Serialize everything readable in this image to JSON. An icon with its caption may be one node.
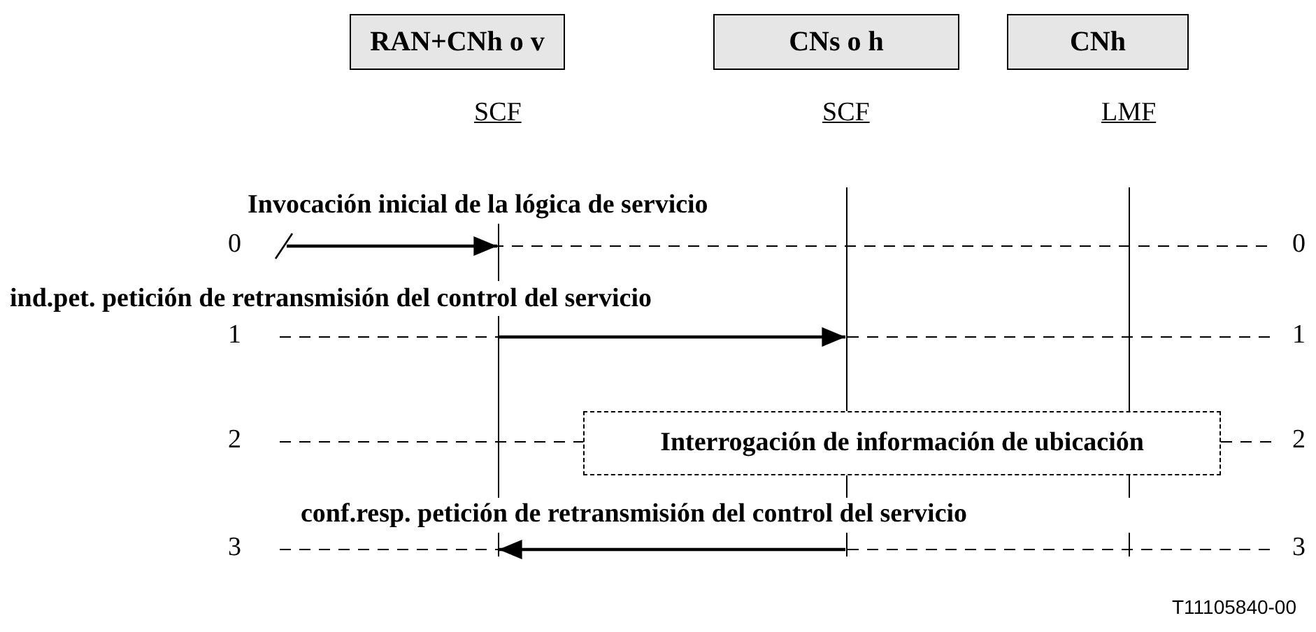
{
  "diagram": {
    "nodes": [
      {
        "text": [
          "RAN+CNh o v"
        ],
        "beside": [
          "SCF"
        ]
      },
      {
        "text": [
          "CNs o h"
        ],
        "beside": [
          "SCF"
        ]
      },
      {
        "text": [
          "CNh"
        ],
        "beside": [
          "LMF"
        ]
      },
      {
        "text": [],
        "shape": "bar"
      },
      {
        "text": [],
        "shape": "bar"
      },
      {
        "text": [],
        "shape": "bar"
      },
      {
        "text": [
          "Interrogación de información de ubicación"
        ]
      }
    ],
    "edges": [
      {
        "from": null,
        "to": 3,
        "arrow": "to",
        "label": "Invocación inicial de la lógica de servicio"
      },
      {
        "from": 3,
        "to": 4,
        "arrow": "to",
        "label": "ind.pet. petición de retransmisión del control del servicio"
      },
      {
        "from": 4,
        "to": 3,
        "arrow": "to",
        "label": "conf.resp. petición de retransmisión del control del servicio"
      }
    ],
    "labels": [
      "0",
      "0",
      "1",
      "1",
      "2",
      "2",
      "3",
      "3",
      "T11105840-00"
    ]
  }
}
